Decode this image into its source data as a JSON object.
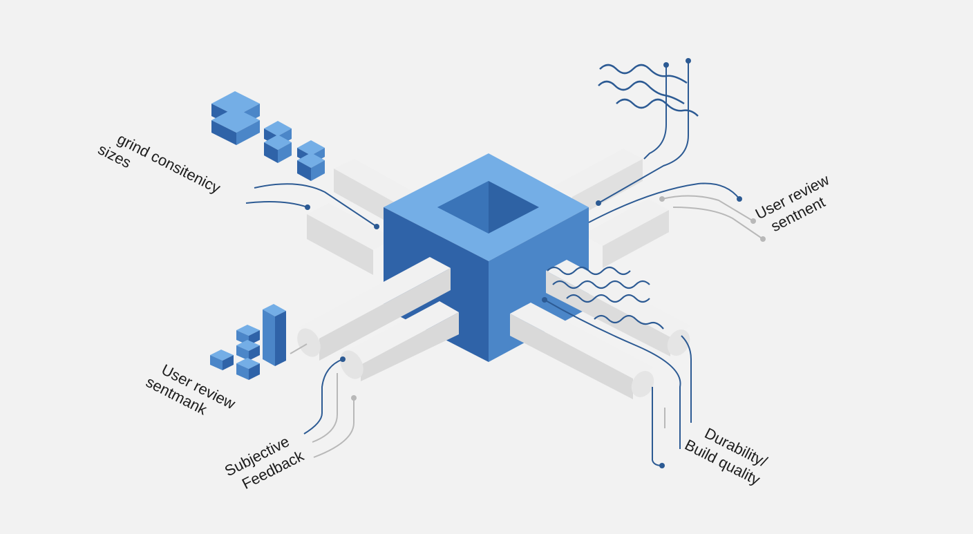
{
  "diagram": {
    "labels": {
      "grind": [
        "grind consitenicy",
        "sizes"
      ],
      "user_review_right": [
        "User review",
        "sentnent"
      ],
      "user_review_left": [
        "User review",
        "sentmank"
      ],
      "subjective": [
        "Subjective",
        "Feedback"
      ],
      "durability": [
        "Durability/",
        "Build quality"
      ]
    },
    "colors": {
      "background": "#f2f2f2",
      "cube_top": "#74aee6",
      "cube_left": "#2f63a8",
      "cube_right": "#4b86c8",
      "beam_light": "#ebebeb",
      "beam_mid": "#dadada",
      "line_dark": "#2c5a93",
      "line_gray": "#b8b8b8"
    },
    "icons": [
      "stacked-blocks-icon",
      "bar-blocks-icon",
      "wave-lines-icon"
    ]
  }
}
